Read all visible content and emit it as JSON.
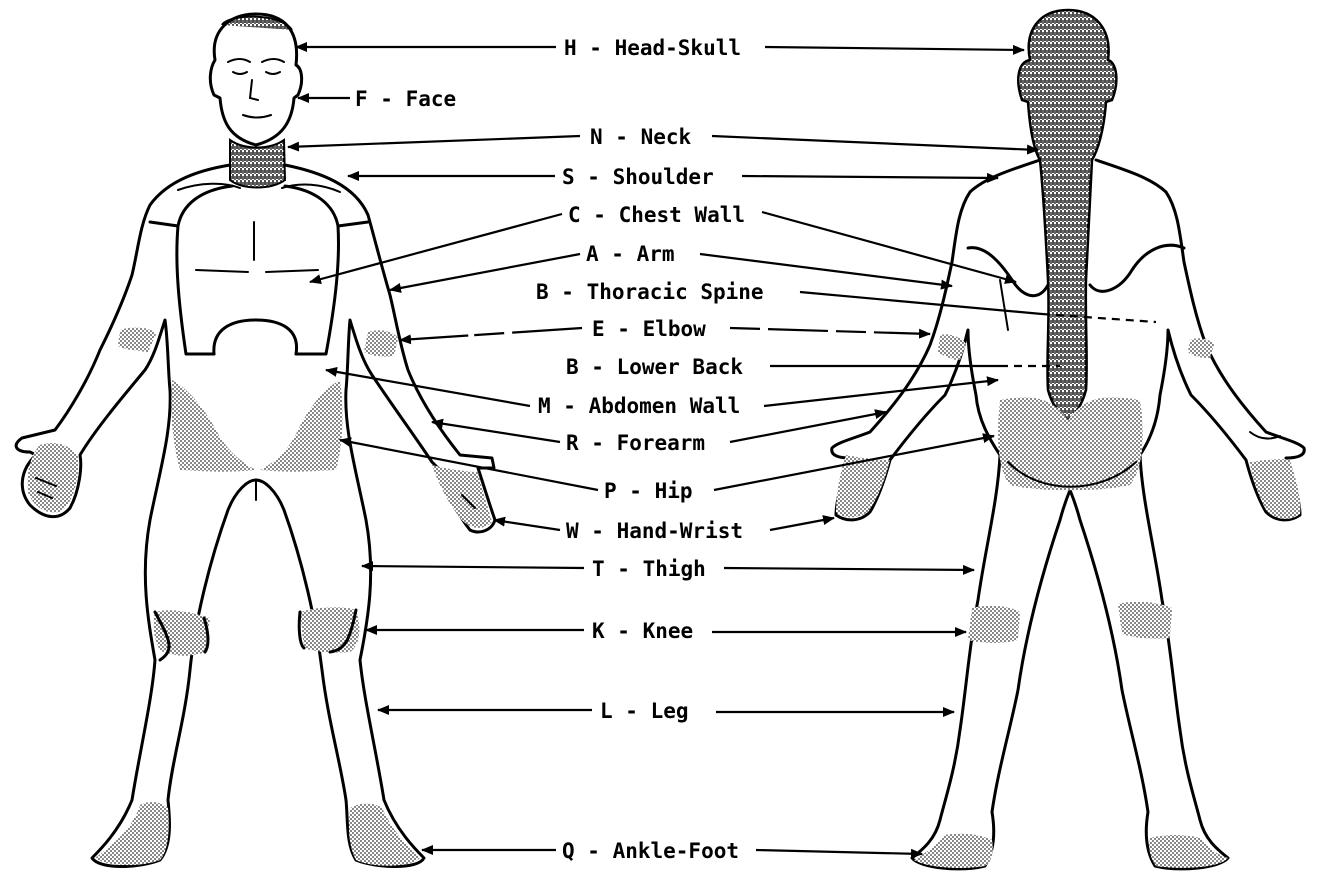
{
  "labels": [
    {
      "id": "head-skull",
      "text": "H - Head-Skull"
    },
    {
      "id": "face",
      "text": "F - Face"
    },
    {
      "id": "neck",
      "text": "N - Neck"
    },
    {
      "id": "shoulder",
      "text": "S - Shoulder"
    },
    {
      "id": "chest-wall",
      "text": "C - Chest Wall"
    },
    {
      "id": "arm",
      "text": "A - Arm"
    },
    {
      "id": "thoracic-spine",
      "text": "B - Thoracic Spine"
    },
    {
      "id": "elbow",
      "text": "E - Elbow"
    },
    {
      "id": "lower-back",
      "text": "B - Lower Back"
    },
    {
      "id": "abdomen-wall",
      "text": "M - Abdomen Wall"
    },
    {
      "id": "forearm",
      "text": "R - Forearm"
    },
    {
      "id": "hip",
      "text": "P - Hip"
    },
    {
      "id": "hand-wrist",
      "text": "W - Hand-Wrist"
    },
    {
      "id": "thigh",
      "text": "T - Thigh"
    },
    {
      "id": "knee",
      "text": "K - Knee"
    },
    {
      "id": "leg",
      "text": "L - Leg"
    },
    {
      "id": "ankle-foot",
      "text": "Q - Ankle-Foot"
    }
  ],
  "colors": {
    "ink": "#000000",
    "paper": "#ffffff",
    "stipple": "#555555"
  }
}
